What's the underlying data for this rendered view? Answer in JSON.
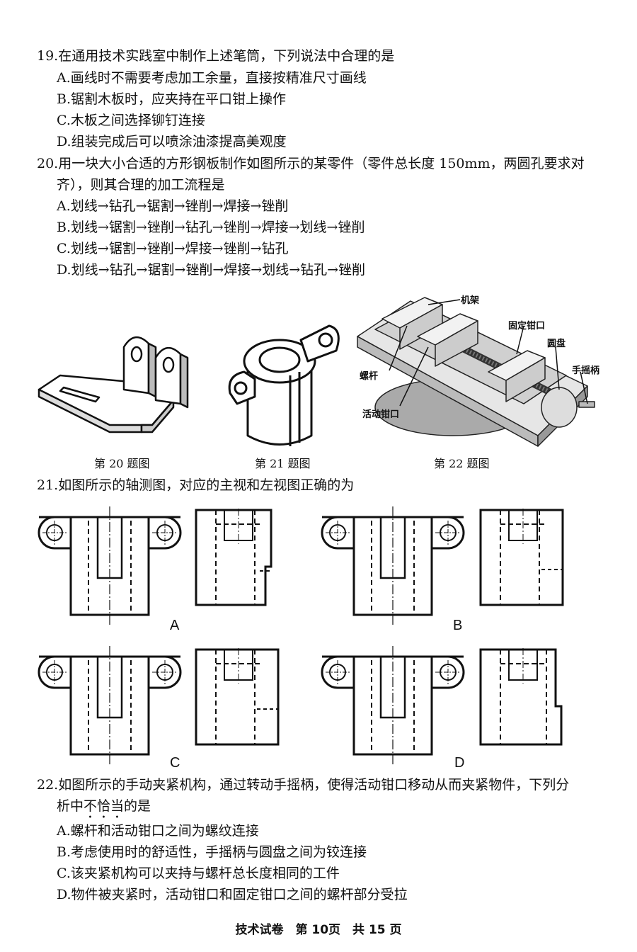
{
  "q19": {
    "stem": "19.在通用技术实践室中制作上述笔筒，下列说法中合理的是",
    "options": [
      "A.画线时不需要考虑加工余量，直接按精准尺寸画线",
      "B.锯割木板时，应夹持在平口钳上操作",
      "C.木板之间选择铆钉连接",
      "D.组装完成后可以喷涂油漆提高美观度"
    ]
  },
  "q20": {
    "stem_line1": "20.用一块大小合适的方形钢板制作如图所示的某零件（零件总长度 150mm，两圆孔要求对",
    "stem_line2": "齐），则其合理的加工流程是",
    "options": [
      "A.划线→钻孔→锯割→锉削→焊接→锉削",
      "B.划线→锯割→锉削→钻孔→锉削→焊接→划线→锉削",
      "C.划线→锯割→锉削→焊接→锉削→钻孔",
      "D.划线→钻孔→锯割→锉削→焊接→划线→钻孔→锉削"
    ]
  },
  "figures": {
    "cap20": "第 20 题图",
    "cap21": "第 21 题图",
    "cap22": "第 22 题图",
    "vise_labels": {
      "frame": "机架",
      "fixed_jaw": "固定钳口",
      "disc": "圆盘",
      "handle": "手摇柄",
      "screw": "螺杆",
      "moving_jaw": "活动钳口"
    }
  },
  "q21": {
    "stem": "21.如图所示的轴测图，对应的主视和左视图正确的为",
    "option_letters": [
      "A",
      "B",
      "C",
      "D"
    ]
  },
  "q22": {
    "stem_line1": "22.如图所示的手动夹紧机构，通过转动手摇柄，使得活动钳口移动从而夹紧物件，下列分",
    "stem_line2_pre": "析中",
    "stem_line2_emph": "不恰当",
    "stem_line2_post": "的是",
    "options": [
      "A.螺杆和活动钳口之间为螺纹连接",
      "B.考虑使用时的舒适性，手摇柄与圆盘之间为铰连接",
      "C.该夹紧机构可以夹持与螺杆总长度相同的工件",
      "D.物件被夹紧时，活动钳口和固定钳口之间的螺杆部分受拉"
    ]
  },
  "footer": "技术试卷　第 10页　共 15 页"
}
